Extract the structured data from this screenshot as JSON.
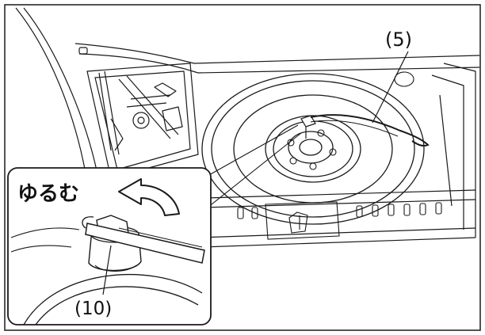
{
  "labels": {
    "part_5": "(5)",
    "part_10": "(10)",
    "action": "ゆるむ"
  },
  "colors": {
    "line": "#1a1a1a",
    "background": "#ffffff",
    "arrow_fill": "#ffffff"
  }
}
